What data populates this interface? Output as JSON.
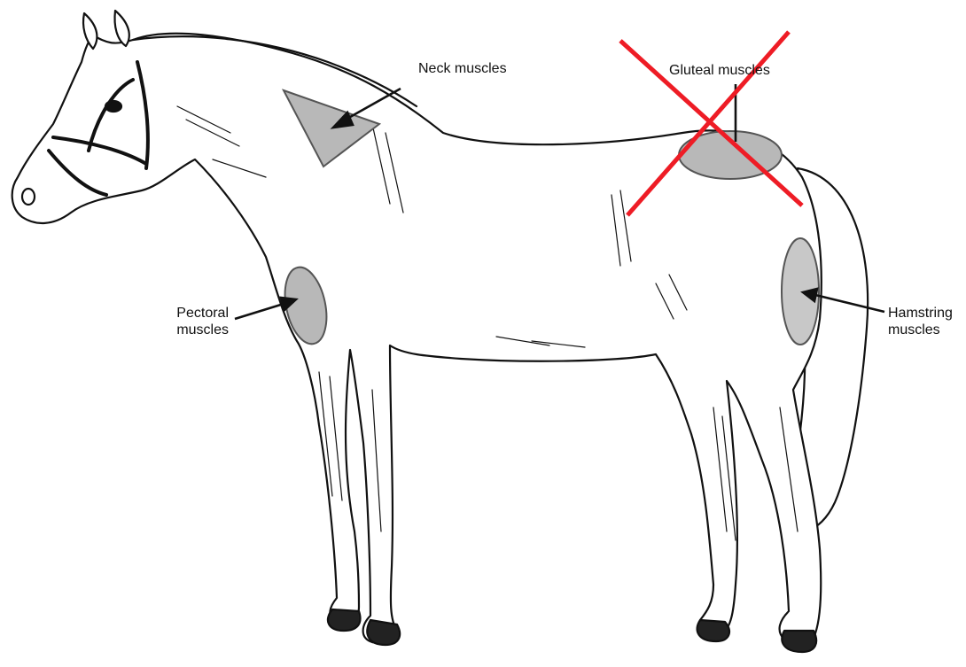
{
  "labels": {
    "neck": "Neck muscles",
    "gluteal": "Gluteal muscles",
    "pectoral": [
      "Pectoral",
      "muscles"
    ],
    "hamstring": [
      "Hamstring",
      "muscles"
    ]
  },
  "colors": {
    "outline": "#111111",
    "muscle_fill": "#b8b8b8",
    "muscle_stroke": "#555555",
    "cross": "#ee1c25",
    "background": "#ffffff"
  },
  "marks": {
    "gluteal_crossed_out": true
  }
}
